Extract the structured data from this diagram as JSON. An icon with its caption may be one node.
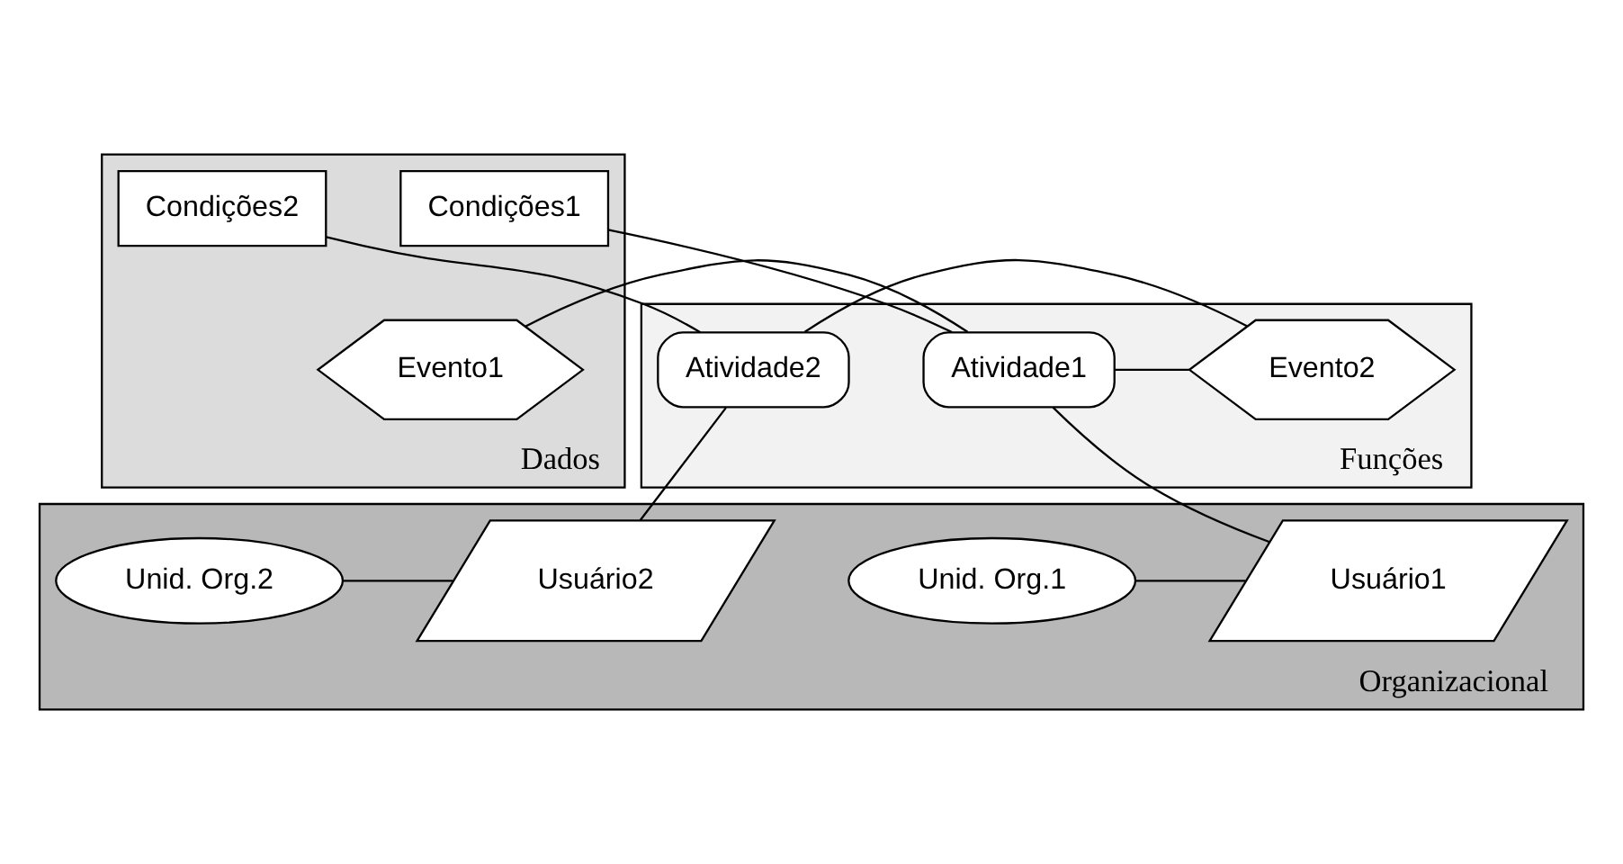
{
  "diagram": {
    "nodes": [
      {
        "text": [
          "Dados"
        ]
      },
      {
        "text": [
          "Condições1"
        ],
        "in": 0
      },
      {
        "text": [
          "Condições2"
        ],
        "in": 0
      },
      {
        "text": [
          "Evento1"
        ],
        "in": 0
      },
      {
        "text": [
          "Funções"
        ]
      },
      {
        "text": [
          "Atividade1"
        ],
        "in": 4
      },
      {
        "text": [
          "Evento2"
        ],
        "in": 4
      },
      {
        "text": [
          "Atividade2"
        ],
        "in": 4
      },
      {
        "text": [
          "Organizacional"
        ]
      },
      {
        "text": [
          "Unid. Org.1"
        ],
        "in": 8
      },
      {
        "text": [
          "Usuário1"
        ],
        "in": 8
      },
      {
        "text": [
          "Unid. Org.2"
        ],
        "in": 8
      },
      {
        "text": [
          "Usuário2"
        ],
        "in": 8
      }
    ],
    "edges": [
      {
        "from": 1,
        "to": 5,
        "arrow": "none"
      },
      {
        "from": 2,
        "to": 7,
        "arrow": "none"
      },
      {
        "from": 3,
        "to": 5,
        "arrow": "none"
      },
      {
        "from": 5,
        "to": 6,
        "arrow": "none"
      },
      {
        "from": 6,
        "to": 7,
        "arrow": "none"
      },
      {
        "from": 5,
        "to": 10,
        "arrow": "none"
      },
      {
        "from": 7,
        "to": 12,
        "arrow": "none"
      },
      {
        "from": 9,
        "to": 10,
        "arrow": "none"
      },
      {
        "from": 11,
        "to": 12,
        "arrow": "none"
      }
    ]
  }
}
